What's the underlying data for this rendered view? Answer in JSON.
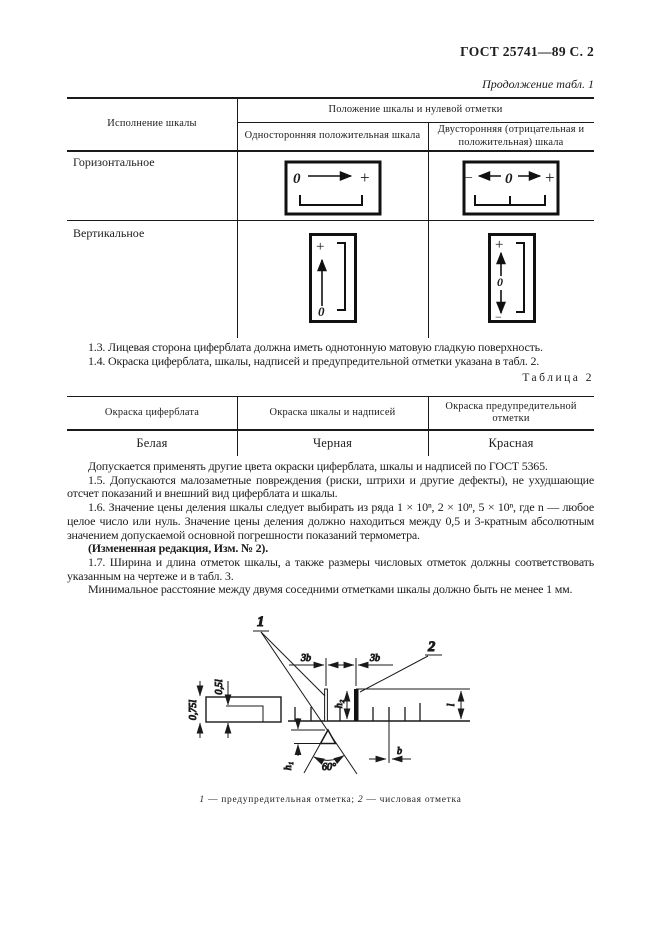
{
  "header": {
    "gost": "ГОСТ 25741—89 С. 2",
    "continuation": "Продолжение табл. 1"
  },
  "table1": {
    "col_execution": "Исполнение шкалы",
    "col_position": "Положение шкалы и нулевой отметки",
    "col_one_sided": "Односторонняя положительная шкала",
    "col_two_sided": "Двусторонняя (отрицательная и положительная) шкала",
    "row_horizontal": "Горизонтальное",
    "row_vertical": "Вертикальное",
    "sym": {
      "zero": "0",
      "plus": "+",
      "minus": "−"
    }
  },
  "body": {
    "p_1_3": "1.3. Лицевая сторона циферблата должна иметь однотонную матовую гладкую поверхность.",
    "p_1_4": "1.4. Окраска циферблата, шкалы, надписей и предупредительной отметки указана в табл. 2.",
    "table2_title": "Таблица 2",
    "p_other_colors": "Допускается применять другие цвета окраски циферблата, шкалы и надписей по ГОСТ 5365.",
    "p_1_5": "1.5. Допускаются малозаметные повреждения (риски, штрихи и другие дефекты), не ухудшающие отсчет показаний и внешний вид циферблата и шкалы.",
    "p_1_6": "1.6. Значение цены деления шкалы следует выбирать из ряда 1 × 10ⁿ, 2 × 10ⁿ, 5 × 10ⁿ, где n — любое целое число или нуль. Значение цены деления должно находиться между 0,5 и 3-кратным абсолютным значением допускаемой основной погрешности показаний термометра.",
    "p_amended": "(Измененная редакция, Изм. № 2).",
    "p_1_7": "1.7. Ширина и длина отметок шкалы, а также размеры числовых отметок должны соответствовать указанным на чертеже и в табл. 3.",
    "p_min_distance": "Минимальное расстояние между двумя соседними отметками шкалы должно быть не менее 1 мм."
  },
  "table2": {
    "headers": [
      "Окраска циферблата",
      "Окраска шкалы и надписей",
      "Окраска предупредительной отметки"
    ],
    "values": [
      "Белая",
      "Черная",
      "Красная"
    ]
  },
  "drawing": {
    "labels": {
      "mark1": "1",
      "mark2": "2",
      "dim_3b": "3b",
      "dim_h1": "h₁",
      "dim_h2": "h₂",
      "dim_b": "b",
      "dim_l": "l",
      "dim_half_l": "0,5l",
      "dim_075l": "0,75l",
      "angle": "60°"
    },
    "caption": {
      "n1": "1",
      "t1": " — предупредительная отметка; ",
      "n2": "2",
      "t2": " — числовая отметка"
    }
  }
}
